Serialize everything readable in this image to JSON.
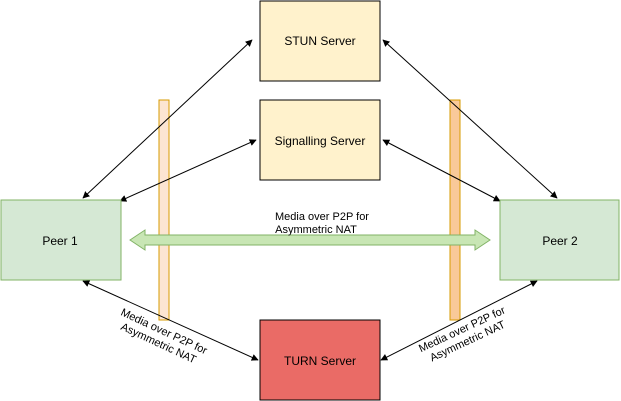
{
  "nodes": {
    "stun_server": {
      "label": "STUN Server",
      "fill": "#fff2cc",
      "stroke": "#000000"
    },
    "signalling_server": {
      "label": "Signalling Server",
      "fill": "#fff2cc",
      "stroke": "#000000"
    },
    "peer1": {
      "label": "Peer 1",
      "fill": "#d5e8d4",
      "stroke": "#82b366"
    },
    "peer2": {
      "label": "Peer 2",
      "fill": "#d5e8d4",
      "stroke": "#82b366"
    },
    "turn_server": {
      "label": "TURN Server",
      "fill": "#ea6b66",
      "stroke": "#000000"
    }
  },
  "nat_barriers": {
    "left": {
      "fill": "#fce5d2",
      "stroke": "#d79b00"
    },
    "right": {
      "fill": "#f9c999",
      "stroke": "#d79b00"
    }
  },
  "edges": {
    "p2p_center": {
      "label_line1": "Media over P2P for",
      "label_line2": "Asymmetric NAT",
      "fill": "#c8e6b4",
      "stroke": "#82b366"
    },
    "peer1_turn": {
      "label_line1": "Media over P2P for",
      "label_line2": "Asymmetric NAT"
    },
    "peer2_turn": {
      "label_line1": "Media over P2P for",
      "label_line2": "Asymmetric NAT"
    }
  }
}
